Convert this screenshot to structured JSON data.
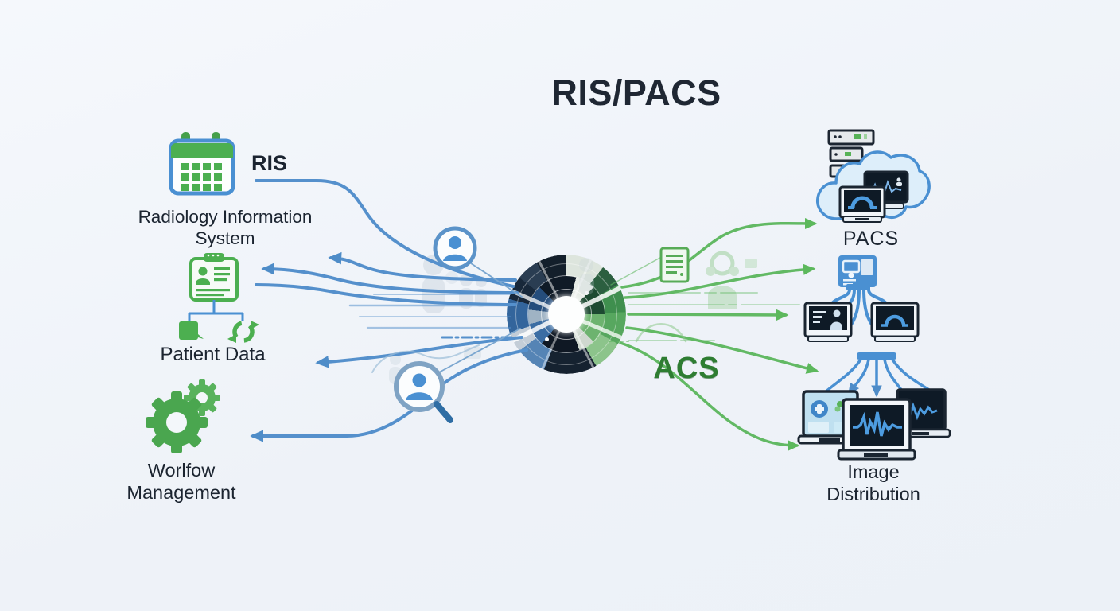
{
  "title": "RIS/PACS",
  "labels": {
    "ris_abbr": "RIS",
    "ris_full": "Radiology Information System",
    "patient_data": "Patient Data",
    "workflow": "Worlfow Management",
    "acs": "ACS",
    "pacs": "PACS",
    "image_distribution": "Image Distribution"
  },
  "icons": [
    "calendar-icon",
    "clipboard-patient-icon",
    "data-square-icon",
    "sync-icon",
    "gears-icon",
    "user-circle-icon",
    "user-search-icon",
    "document-icon",
    "integration-hub-icon",
    "server-stack-icon",
    "cloud-icon",
    "waveform-monitor-icon",
    "ct-scan-monitor-icon",
    "workstation-icon",
    "report-monitor-icon",
    "distribution-bar-icon",
    "clinical-laptop-icon",
    "waveform-laptop-icon"
  ],
  "colors": {
    "background": "#eff3f8",
    "blue_line": "#5590cc",
    "green_line": "#62b964",
    "icon_green": "#4caf50",
    "icon_blue": "#4a90d2",
    "navy": "#16222e",
    "text": "#1b2430",
    "acs_green": "#2e7d32"
  }
}
